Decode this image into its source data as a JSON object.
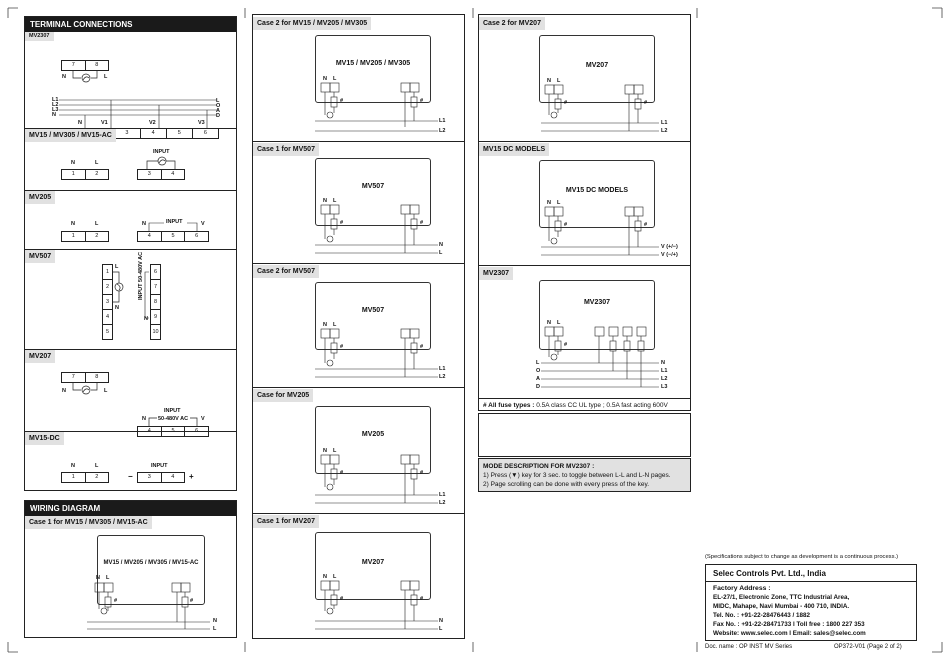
{
  "terminal": {
    "title": "TERMINAL CONNECTIONS",
    "mv2307": "MV2307",
    "mv15": "MV15 / MV305 / MV15-AC",
    "mv205": "MV205",
    "mv507": "MV507",
    "mv207": "MV207",
    "mv15dc": "MV15-DC",
    "n": "N",
    "l": "L",
    "v": "V",
    "input": "INPUT",
    "input_507": "INPUT 50-480V AC",
    "input_207": "50-480V AC",
    "t7": "7",
    "t8": "8",
    "t1": "1",
    "t2": "2",
    "t3": "3",
    "t4": "4",
    "t5": "5",
    "t6": "6",
    "t9": "9",
    "t10": "10",
    "l1": "L1",
    "l2": "L2",
    "l3": "L3",
    "v1": "V1",
    "v2": "V2",
    "v3": "V3",
    "minus": "−",
    "plus": "+",
    "load": "LOAD"
  },
  "wiring": {
    "title": "WIRING DIAGRAM",
    "c1_mv15": "Case 1 for MV15 / MV305 / MV15-AC",
    "c1_mv15_meter": "MV15 / MV205 / MV305 / MV15-AC",
    "c2_mv15": "Case 2 for MV15 / MV205 / MV305",
    "c2_mv15_meter": "MV15 / MV205 / MV305",
    "c1_mv507": "Case 1 for MV507",
    "mv507": "MV507",
    "c2_mv507": "Case 2 for MV507",
    "c_mv205": "Case for MV205",
    "mv205": "MV205",
    "c1_mv207": "Case 1 for MV207",
    "mv207": "MV207",
    "c2_mv207": "Case 2 for MV207",
    "mv15dc_hdr": "MV15 DC MODELS",
    "mv15dc_meter": "MV15 DC MODELS",
    "mv2307_hdr": "MV2307",
    "mv2307_meter": "MV2307",
    "n": "N",
    "l": "L",
    "l1": "L1",
    "l2": "L2",
    "l3": "L3",
    "vplus": "V (+/−)",
    "vminus": "V (−/+)",
    "fuse": "#",
    "load_letters": [
      "L",
      "O",
      "A",
      "D"
    ]
  },
  "notes": {
    "fuse_label": "# All fuse types :",
    "fuse_text": " 0.5A class CC UL type ; 0.5A fast acting 600V",
    "mode_title": "MODE DESCRIPTION FOR MV2307 :",
    "mode_1": "1) Press (▼) key for 3 sec. to toggle between L-L and L-N pages.",
    "mode_2": "2) Page scrolling can be done with every press of the key."
  },
  "company": {
    "disclaimer": "(Specifications subject to change as development is a continuous process.)",
    "name": "Selec Controls Pvt. Ltd., India",
    "factory_label": "Factory Address :",
    "addr1": "EL-27/1, Electronic Zone, TTC Industrial Area,",
    "addr2": "MIDC, Mahape, Navi Mumbai - 400 710, INDIA.",
    "tel": "Tel. No. : +91-22-28476443 / 1882",
    "fax": "Fax No. : +91-22-28471733 l Toll free : 1800 227 353",
    "web": "Website: www.selec.com   l Email: sales@selec.com",
    "doc_name": "Doc. name : OP INST  MV Series",
    "doc_code": "OP372-V01 (Page 2 of 2)"
  }
}
